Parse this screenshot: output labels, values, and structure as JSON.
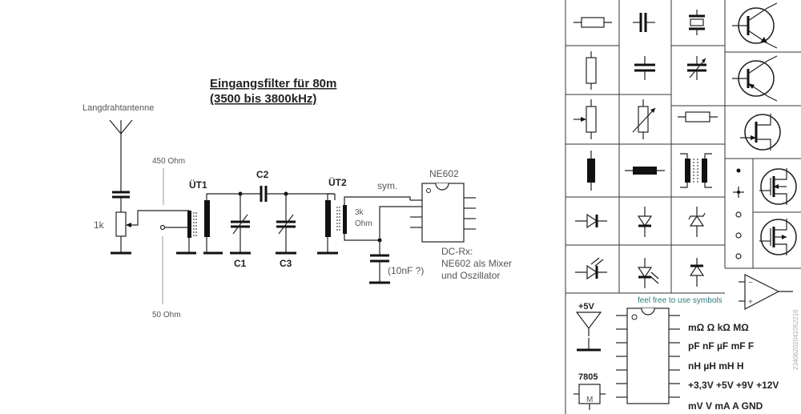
{
  "schematic": {
    "title_line1": "Eingangsfilter für 80m",
    "title_line2": "(3500 bis 3800kHz)",
    "antenna_label": "Langdrahtantenne",
    "ohm450_label": "450 Ohm",
    "ohm50_label": "50 Ohm",
    "pot_label": "1k",
    "ut1_label": "ÜT1",
    "ut2_label": "ÜT2",
    "c1_label": "C1",
    "c2_label": "C2",
    "c3_label": "C3",
    "k3_label": "3k",
    "ohm_label": "Ohm",
    "sym_label": "sym.",
    "ne602_label": "NE602",
    "cap_note": "(10nF ?)",
    "dcrx_line1": "DC-Rx:",
    "dcrx_line2": "NE602 als Mixer",
    "dcrx_line3": "und Oszillator"
  },
  "palette": {
    "free_text": "feel free to use symbols",
    "vplus_label": "+5V",
    "reg_label": "7805",
    "reg_pin": "M",
    "vertical_id": "23406202041052216",
    "units": [
      "mΩ  Ω  kΩ  MΩ",
      "pF  nF  µF  mF  F",
      "nH  µH  mH  H",
      "+3,3V  +5V  +9V  +12V",
      "mV  V  mA  A   GND"
    ]
  },
  "colors": {
    "line": "#222222",
    "accent_text": "#2a7a7a"
  }
}
